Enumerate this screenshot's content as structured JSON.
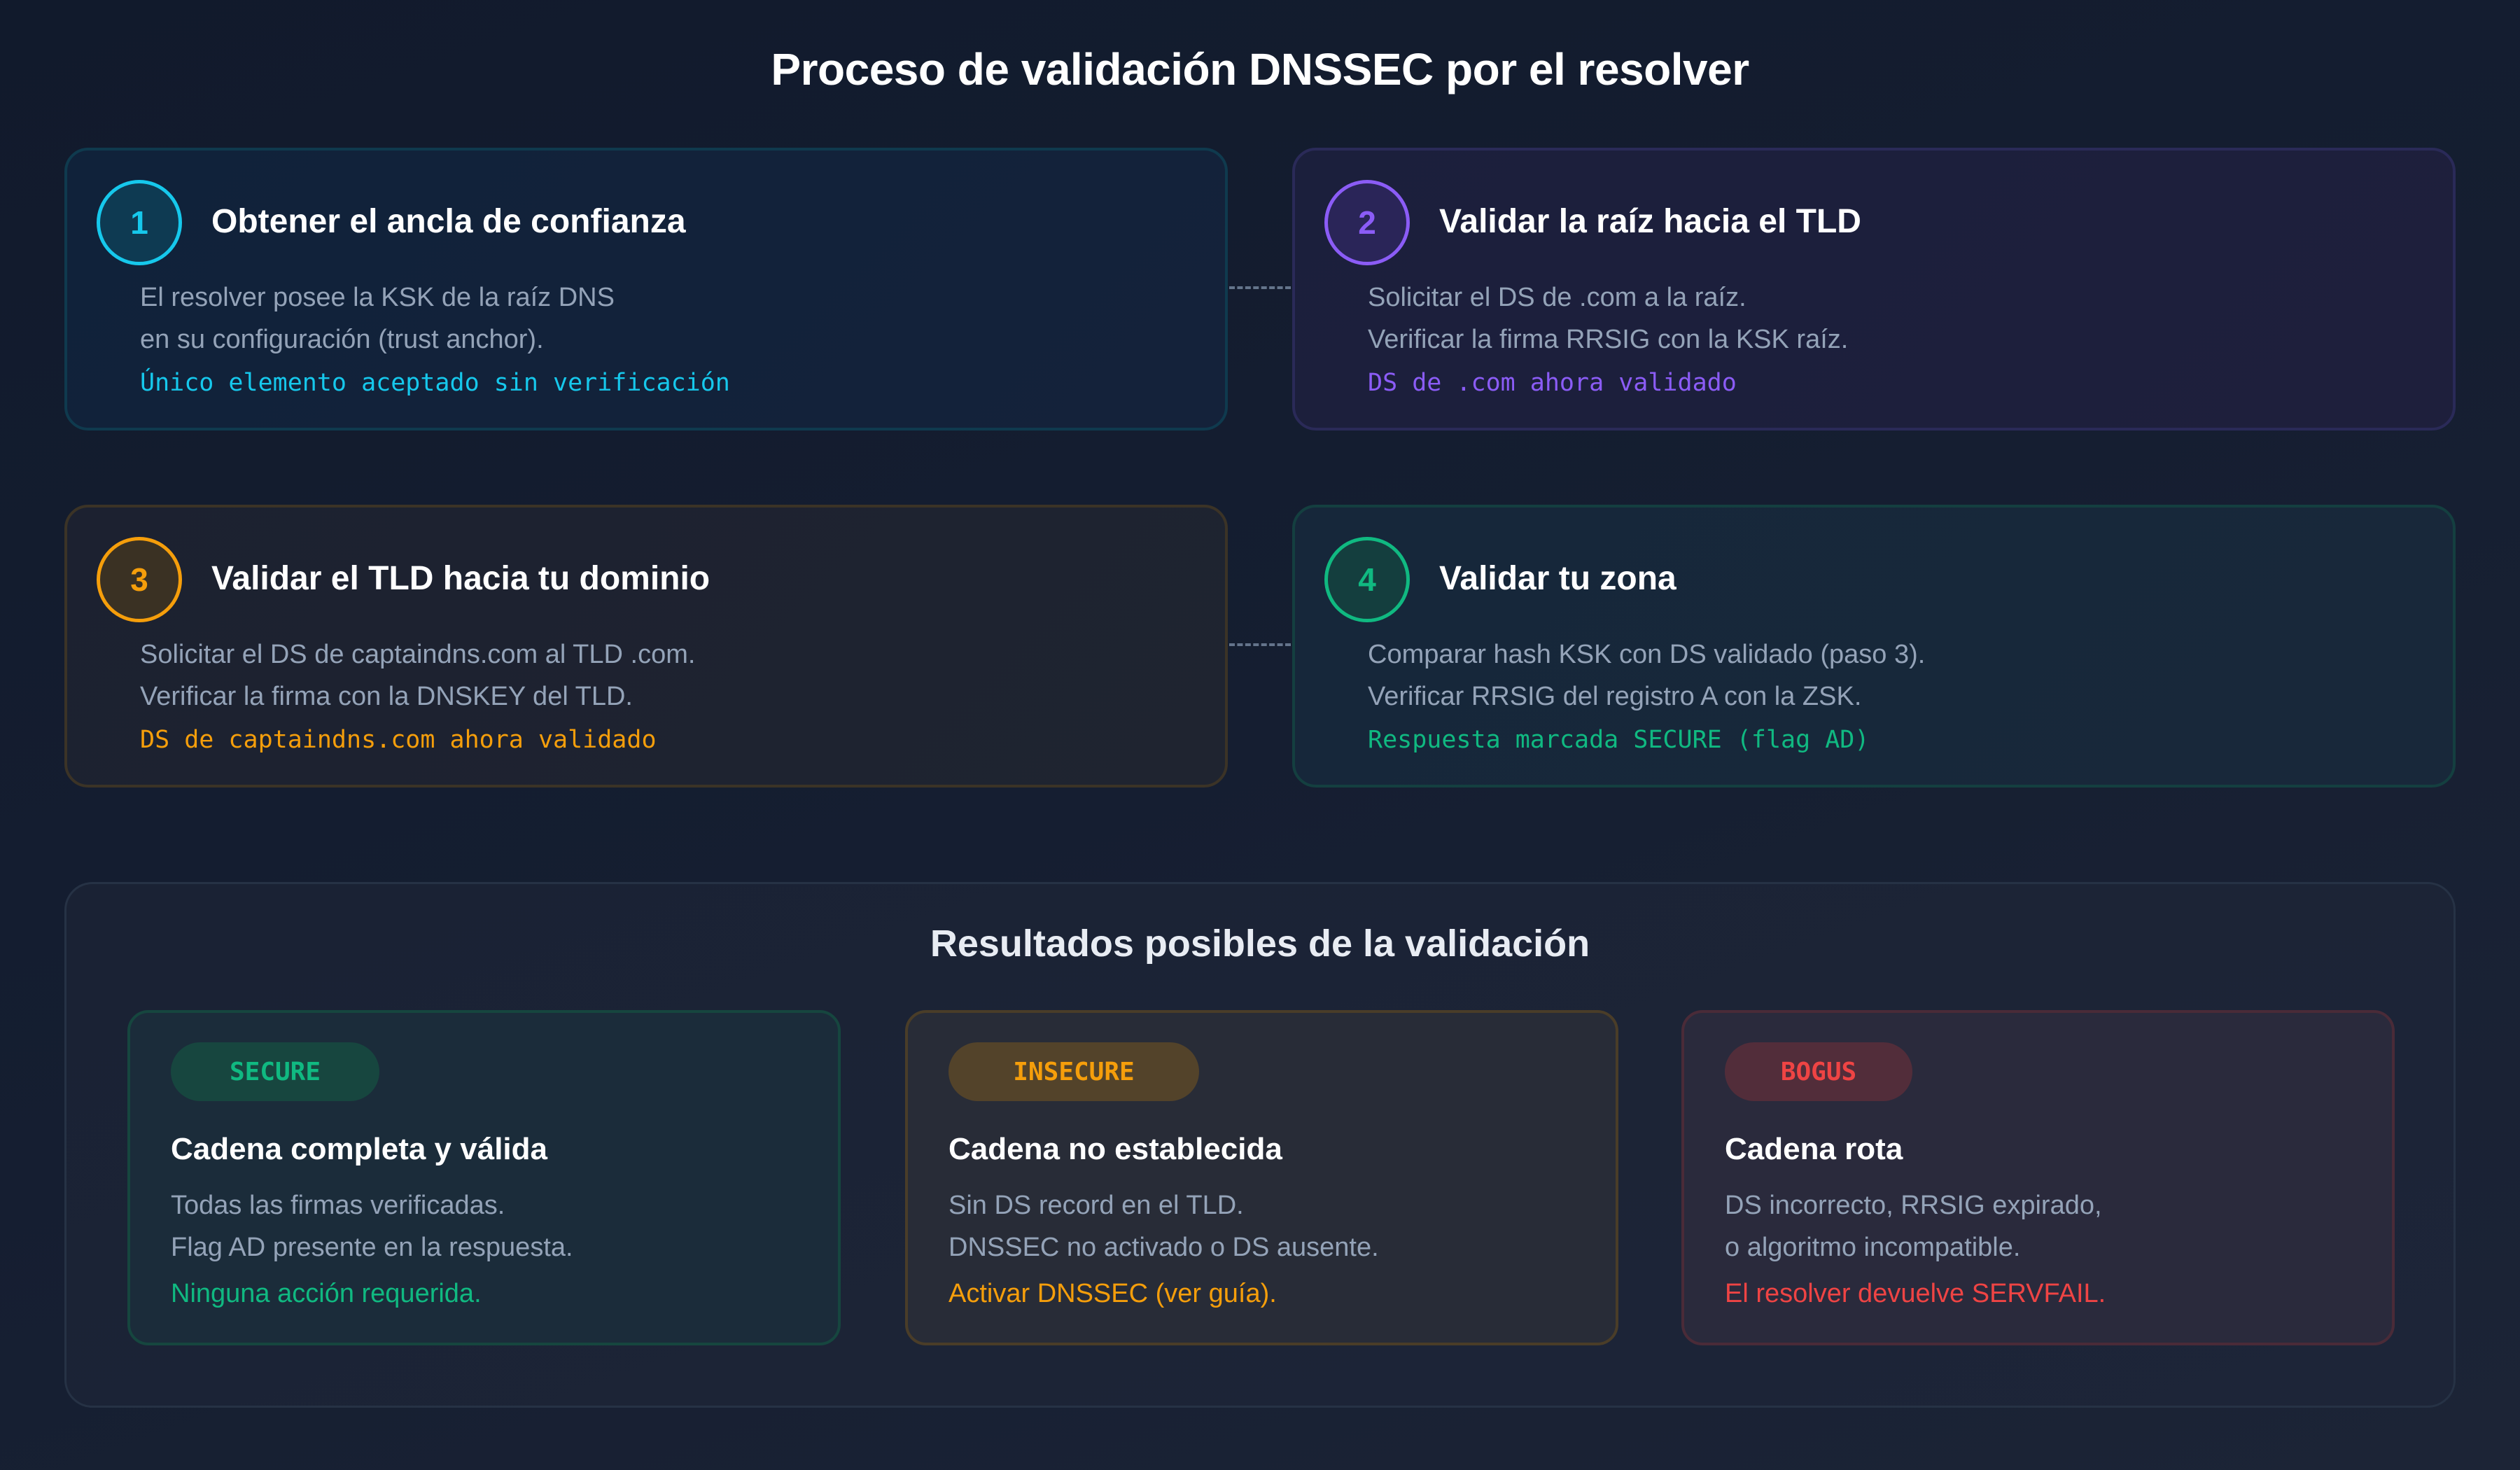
{
  "title": "Proceso de validación DNSSEC por el resolver",
  "colors": {
    "cyan": "#16c8ec",
    "purple": "#8b5cf6",
    "amber": "#f59e0b",
    "green": "#10b981",
    "red": "#ef4444",
    "body_text": "#94a3b8",
    "background": "#131c2e"
  },
  "steps": [
    {
      "number": "1",
      "title": "Obtener el ancla de confianza",
      "lines": [
        "El resolver posee la KSK de la raíz DNS",
        "en su configuración (trust anchor)."
      ],
      "note": "Único elemento aceptado sin verificación",
      "accent": "#16c8ec"
    },
    {
      "number": "2",
      "title": "Validar la raíz hacia el TLD",
      "lines": [
        "Solicitar el DS de .com a la raíz.",
        "Verificar la firma RRSIG con la KSK raíz."
      ],
      "note": "DS de .com ahora validado",
      "accent": "#8b5cf6"
    },
    {
      "number": "3",
      "title": "Validar el TLD hacia tu dominio",
      "lines": [
        "Solicitar el DS de captaindns.com al TLD .com.",
        "Verificar la firma con la DNSKEY del TLD."
      ],
      "note": "DS de captaindns.com ahora validado",
      "accent": "#f59e0b"
    },
    {
      "number": "4",
      "title": "Validar tu zona",
      "lines": [
        "Comparar hash KSK con DS validado (paso 3).",
        "Verificar RRSIG del registro A con la ZSK."
      ],
      "note": "Respuesta marcada SECURE (flag AD)",
      "accent": "#10b981"
    }
  ],
  "results": {
    "title": "Resultados posibles de la validación",
    "cards": [
      {
        "badge": "SECURE",
        "title": "Cadena completa y válida",
        "lines": [
          "Todas las firmas verificadas.",
          "Flag AD presente en la respuesta."
        ],
        "action": "Ninguna acción requerida.",
        "accent": "#10b981"
      },
      {
        "badge": "INSECURE",
        "title": "Cadena no establecida",
        "lines": [
          "Sin DS record en el TLD.",
          "DNSSEC no activado o DS ausente."
        ],
        "action": "Activar DNSSEC (ver guía).",
        "accent": "#f59e0b"
      },
      {
        "badge": "BOGUS",
        "title": "Cadena rota",
        "lines": [
          "DS incorrecto, RRSIG expirado,",
          "o algoritmo incompatible."
        ],
        "action": "El resolver devuelve SERVFAIL.",
        "accent": "#ef4444"
      }
    ]
  }
}
